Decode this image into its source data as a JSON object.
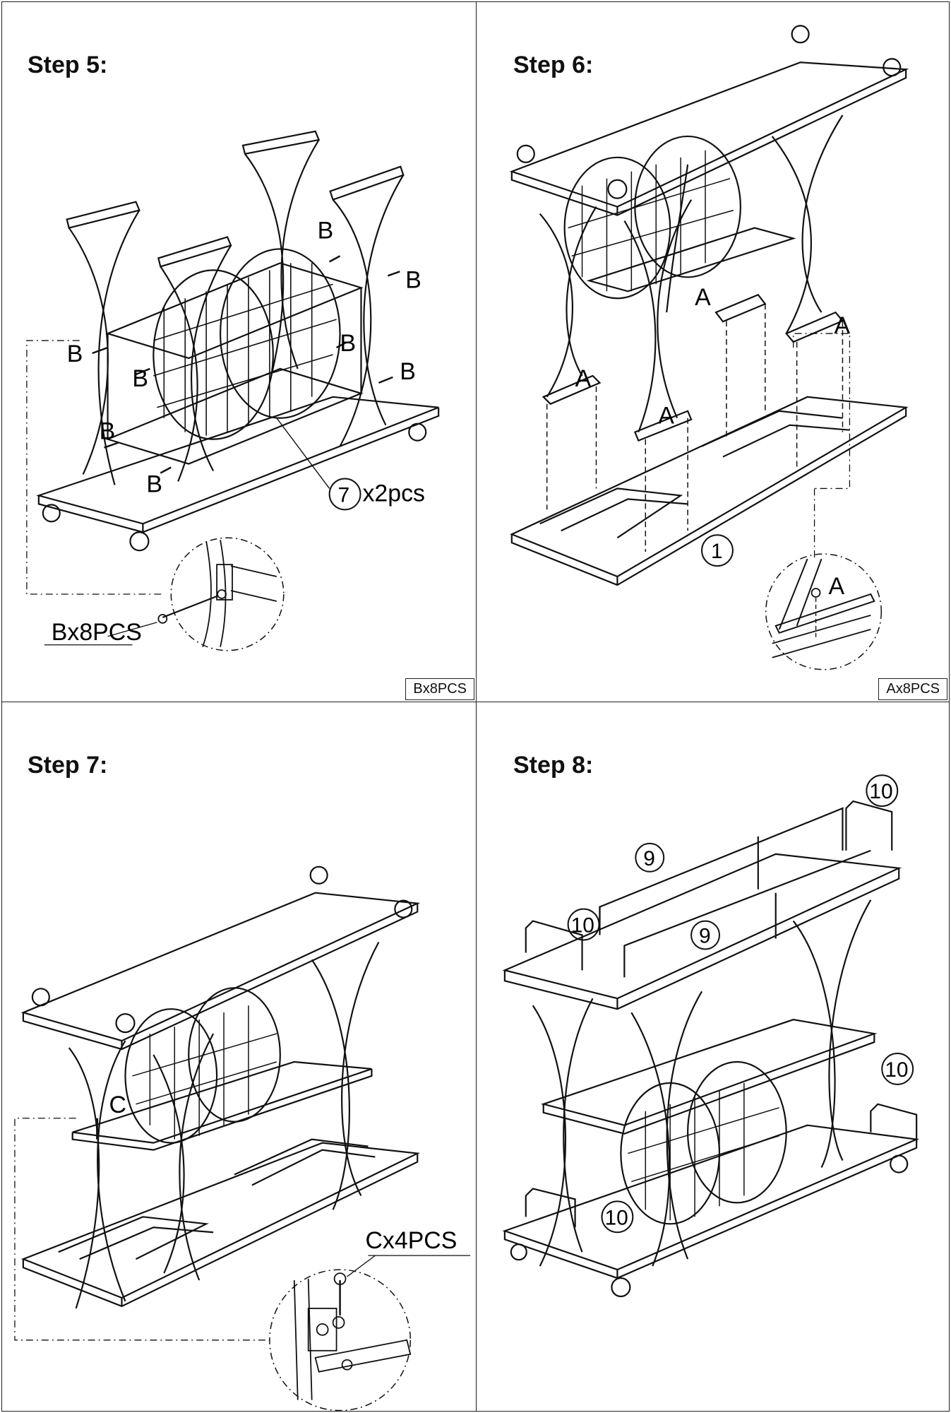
{
  "steps": [
    {
      "title": "Step 5:",
      "qty_box": "Bx8PCS",
      "part_letter": "B",
      "detail_qty": "Bx8PCS",
      "part_number": "7",
      "part_count": "x2pcs"
    },
    {
      "title": "Step 6:",
      "qty_box": "Ax8PCS",
      "part_letter": "A",
      "part_number": "1"
    },
    {
      "title": "Step 7:",
      "part_letter": "C",
      "detail_qty": "Cx4PCS"
    },
    {
      "title": "Step 8:",
      "part_number_rail": "9",
      "part_number_end": "10"
    }
  ]
}
